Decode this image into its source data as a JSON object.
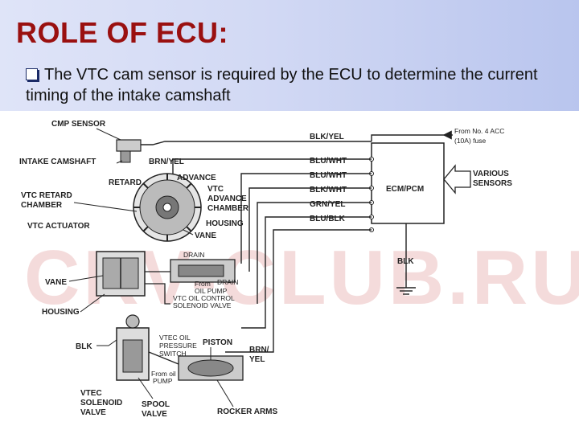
{
  "slide": {
    "title": "ROLE OF ECU:",
    "bullet_text": "The VTC cam sensor is required by the ECU to determine the current timing of the intake camshaft"
  },
  "diagram": {
    "watermark": "CRV-CLUB.RU",
    "labels": {
      "cmp_sensor": "CMP SENSOR",
      "intake_camshaft": "INTAKE CAMSHAFT",
      "brn_yel": "BRN/YEL",
      "retard": "RETARD",
      "advance": "ADVANCE",
      "vtc_retard_chamber_1": "VTC RETARD",
      "vtc_retard_chamber_2": "CHAMBER",
      "vtc_advance_chamber_1": "VTC",
      "vtc_advance_chamber_2": "ADVANCE",
      "vtc_advance_chamber_3": "CHAMBER",
      "housing_top": "HOUSING",
      "vtc_actuator": "VTC ACTUATOR",
      "vane_top": "VANE",
      "drain_top": "DRAIN",
      "vane_left": "VANE",
      "from_oil_pump_1_a": "From",
      "from_oil_pump_1_b": "OIL PUMP",
      "drain_right": "DRAIN",
      "vtc_solenoid_1": "VTC OIL CONTROL",
      "vtc_solenoid_2": "SOLENOID VALVE",
      "housing_left": "HOUSING",
      "vtec_pressure_1": "VTEC OIL",
      "vtec_pressure_2": "PRESSURE",
      "vtec_pressure_3": "SWITCH",
      "piston": "PISTON",
      "blk_left": "BLK",
      "brn_yel_bottom_1": "BRN/",
      "brn_yel_bottom_2": "YEL",
      "from_oil_pump_2_a": "From oil",
      "from_oil_pump_2_b": "PUMP",
      "vtec_solenoid_1": "VTEC",
      "vtec_solenoid_2": "SOLENOID",
      "vtec_solenoid_3": "VALVE",
      "spool_valve_1": "SPOOL",
      "spool_valve_2": "VALVE",
      "rocker_arms": "ROCKER ARMS",
      "wire_1": "BLK/YEL",
      "wire_2": "BLU/WHT",
      "wire_3": "BLU/WHT",
      "wire_4": "BLK/WHT",
      "wire_5": "GRN/YEL",
      "wire_6": "BLU/BLK",
      "ecm_pcm": "ECM/PCM",
      "fuse_1": "From No. 4 ACC",
      "fuse_2": "(10A) fuse",
      "various_sensors_1": "VARIOUS",
      "various_sensors_2": "SENSORS",
      "blk_ground": "BLK"
    }
  }
}
